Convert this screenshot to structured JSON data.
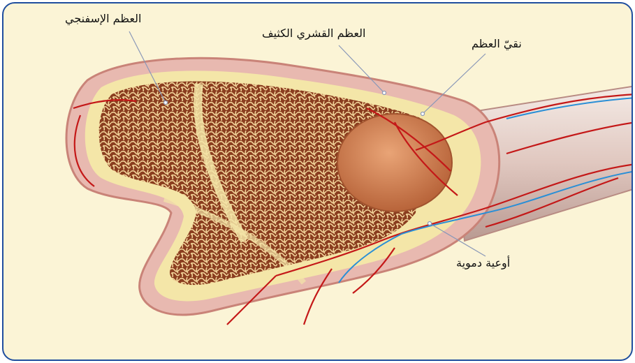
{
  "labels": {
    "spongy_bone": "العظم الإسفنجي",
    "compact_bone": "العظم القشري الكثيف",
    "bone_marrow": "نقيّ العظم",
    "blood_vessels": "أوعية دموية"
  },
  "colors": {
    "frame_border": "#1f4e9e",
    "background": "#fbf4d6",
    "bone_outer": "#e8b9b0",
    "compact_layer": "#f4e6a8",
    "spongy": "#8a3d1f",
    "marrow": "#d98a55",
    "artery": "#c41818",
    "vein": "#2a8fd6",
    "leader": "#8a98b8"
  }
}
